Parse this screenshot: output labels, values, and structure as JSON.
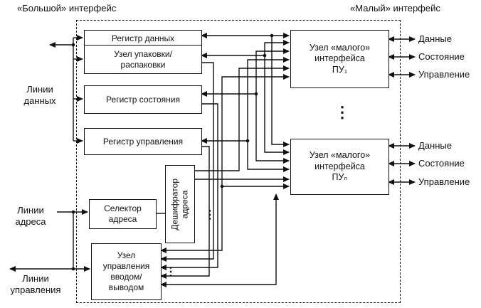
{
  "colors": {
    "line": "#111111",
    "background": "#ffffff"
  },
  "titles": {
    "left": "«Большой» интерфейс",
    "right": "«Малый» интерфейс"
  },
  "blocks": {
    "data_register": "Регистр данных",
    "packing_unit": "Узел упаковки/\nраспаковки",
    "status_register": "Регистр состояния",
    "control_register": "Регистр управления",
    "address_selector": "Селектор\nадреса",
    "address_decoder": "Дешифратор\nадреса",
    "io_control_unit": "Узел\nуправления\nвводом/\nвыводом",
    "pu_unit_1": "Узел «малого»\nинтерфейса\nПУ₁",
    "pu_unit_n": "Узел «малого»\nинтерфейса\nПУₙ"
  },
  "left_labels": {
    "data_lines": "Линии\nданных",
    "address_lines": "Линии\nадреса",
    "control_lines": "Линии\nуправления"
  },
  "pu1_signals": [
    "Данные",
    "Состояние",
    "Управление"
  ],
  "pun_signals": [
    "Данные",
    "Состояние",
    "Управление"
  ],
  "ellipsis": "⋮"
}
